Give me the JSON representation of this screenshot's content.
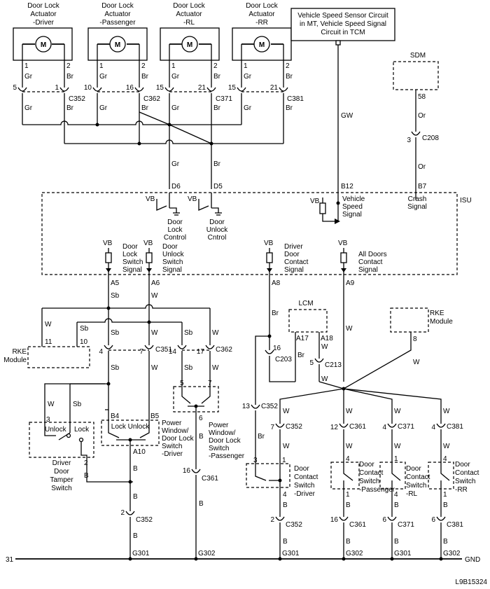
{
  "actuators": {
    "driver": [
      "Door Lock",
      "Actuator",
      "-Driver"
    ],
    "passenger": [
      "Door Lock",
      "Actuator",
      "-Passenger"
    ],
    "rl": [
      "Door Lock",
      "Actuator",
      "-RL"
    ],
    "rr": [
      "Door Lock",
      "Actuator",
      "-RR"
    ],
    "motor_symbol": "M"
  },
  "vss": [
    "Vehicle Speed Sensor Circuit",
    "in MT, Vehicle Speed Signal",
    "Circuit in TCM"
  ],
  "sdm": "SDM",
  "isu": "ISU",
  "lcm": "LCM",
  "rke_left": [
    "RKE",
    "Module"
  ],
  "rke_right": [
    "RKE",
    "Module"
  ],
  "wires": {
    "gr": "Gr",
    "br": "Br",
    "gw": "GW",
    "or": "Or",
    "w": "W",
    "sb": "Sb",
    "b": "B"
  },
  "connectors": {
    "c352": "C352",
    "c362": "C362",
    "c371": "C371",
    "c381": "C381",
    "c208": "C208",
    "c351": "C351",
    "c203": "C203",
    "c213": "C213",
    "c361": "C361"
  },
  "pins": {
    "p1": "1",
    "p2": "2",
    "p3": "3",
    "p4": "4",
    "p5": "5",
    "p6": "6",
    "p7": "7",
    "p8": "8",
    "p10": "10",
    "p11": "11",
    "p12": "12",
    "p13": "13",
    "p14": "14",
    "p15": "15",
    "p16": "16",
    "p17": "17",
    "p21": "21",
    "p58": "58",
    "d6": "D6",
    "d5": "D5",
    "b12": "B12",
    "b7": "B7",
    "a5": "A5",
    "a6": "A6",
    "a8": "A8",
    "a9": "A9",
    "a10": "A10",
    "a17": "A17",
    "a18": "A18",
    "b4": "B4",
    "b5": "B5"
  },
  "vb": "VB",
  "isu_labels": {
    "door_lock_control": [
      "Door",
      "Lock",
      "Control"
    ],
    "door_unlock_control": [
      "Door",
      "Unlock",
      "Cntrol"
    ],
    "vehicle_speed_signal": [
      "Vehicle",
      "Speed",
      "Signal"
    ],
    "crash_signal": [
      "Crash",
      "Signal"
    ],
    "door_lock_switch_signal": [
      "Door",
      "Lock",
      "Switch",
      "Signal"
    ],
    "door_unlock_switch_signal": [
      "Door",
      "Unlock",
      "Switch",
      "Signal"
    ],
    "driver_door_contact_signal": [
      "Driver",
      "Door",
      "Contact",
      "Signal"
    ],
    "all_doors_contact_signal": [
      "All Doors",
      "Contact",
      "Signal"
    ]
  },
  "switches": {
    "pw_driver": [
      "Power",
      "Window/",
      "Door Lock",
      "Switch",
      "-Driver"
    ],
    "pw_passenger": [
      "Power",
      "Window/",
      "Door Lock",
      "Switch",
      "-Passenger"
    ],
    "tamper": [
      "Driver",
      "Door",
      "Tamper",
      "Switch"
    ],
    "unlock": "Unlock",
    "lock": "Lock",
    "lock_unlock": "Lock Unlock",
    "dc_driver": [
      "Door",
      "Contact",
      "Switch",
      "-Driver"
    ],
    "dc_passenger": [
      "Door",
      "Contact",
      "Switch",
      "-Passenger"
    ],
    "dc_rl": [
      "Door",
      "Contact",
      "Switch",
      "-RL"
    ],
    "dc_rr": [
      "Door",
      "Contact",
      "Switch",
      "-RR"
    ]
  },
  "grounds": {
    "g301": "G301",
    "g302": "G302",
    "left_num": "31",
    "gnd": "GND"
  },
  "figure_id": "L9B15324"
}
